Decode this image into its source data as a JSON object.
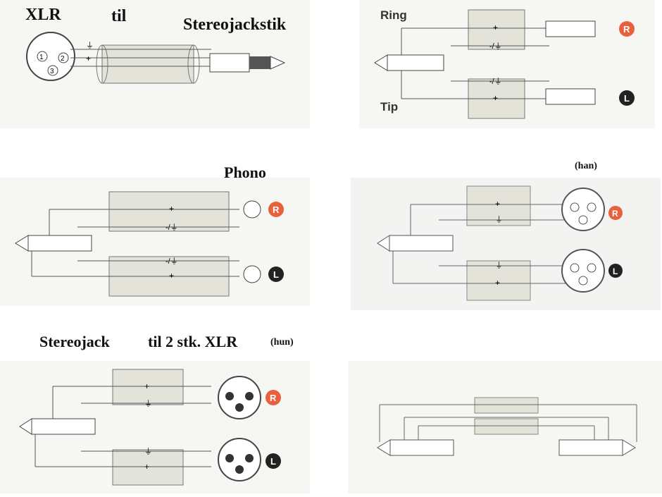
{
  "labels": {
    "xlr": "XLR",
    "til": "til",
    "stereojackstik": "Stereojackstik",
    "phono": "Phono",
    "han": "(han)",
    "stereojack": "Stereojack",
    "til2stk": "til  2 stk. XLR",
    "hun": "(hun)",
    "ring": "Ring",
    "tip": "Tip"
  },
  "symbols": {
    "plus": "+",
    "ground": "⏚",
    "signal_ground": "-/⏚",
    "pin1": "1",
    "pin2": "2",
    "pin3": "3",
    "right": "R",
    "left": "L"
  },
  "colors": {
    "right_badge": "#e8613d",
    "left_badge": "#222222",
    "cable_shade": "#e3e3da",
    "line": "#555555"
  }
}
